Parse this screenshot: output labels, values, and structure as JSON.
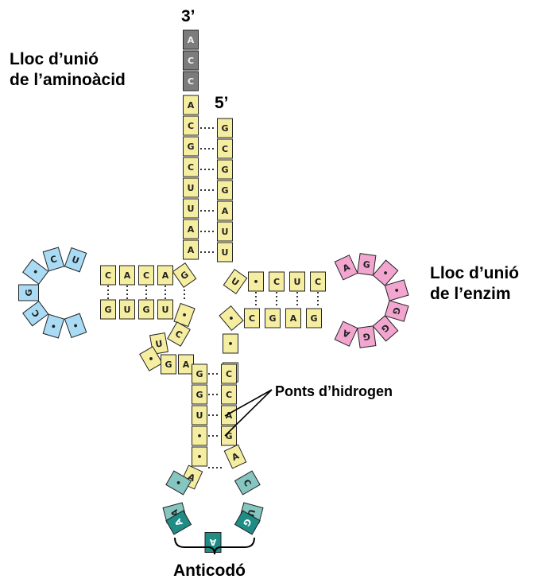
{
  "labels": {
    "end3": "3’",
    "end5": "5’",
    "amino_site_line1": "Lloc d’unió",
    "amino_site_line2": "de l’aminoàcid",
    "enzyme_site_line1": "Lloc d’unió",
    "enzyme_site_line2": "de l’enzim",
    "hydrogen_bonds": "Ponts d’hidrogen",
    "anticodon": "Anticodó"
  },
  "colors": {
    "stem": "#f5eea0",
    "amino_end": "#7c7c7c",
    "left_loop": "#a9dcf4",
    "right_loop": "#f2a6cf",
    "anticodon_loop": "#86c6c0",
    "anticodon_bases": "#1f8c86",
    "outline": "#222222"
  },
  "strands": {
    "acceptor_3prime": [
      "A",
      "C",
      "C"
    ],
    "acceptor_left": [
      "A",
      "C",
      "G",
      "C",
      "U",
      "U",
      "A",
      "A"
    ],
    "acceptor_right": [
      "G",
      "C",
      "G",
      "G",
      "A",
      "U",
      "U"
    ],
    "d_stem_top": [
      "G",
      "A",
      "C",
      "A",
      "C"
    ],
    "d_stem_bottom": [
      "G",
      "U",
      "G",
      "U"
    ],
    "d_loop": [
      "U",
      "C",
      "•",
      "G",
      "C",
      "•",
      "•"
    ],
    "t_stem_top": [
      "U",
      "•",
      "C",
      "U",
      "C"
    ],
    "t_stem_bottom": [
      "•",
      "C",
      "G",
      "A",
      "G"
    ],
    "t_loop": [
      "A",
      "G",
      "•",
      "•",
      "G",
      "G",
      "G",
      "A"
    ],
    "variable_region": [
      "•",
      "C",
      "U",
      "•",
      "G",
      "A"
    ],
    "anticodon_stem_left": [
      "G",
      "G",
      "U",
      "•",
      "•",
      "A"
    ],
    "anticodon_stem_right": [
      "C",
      "C",
      "A",
      "G",
      "A"
    ],
    "anticodon_loop_sides": [
      "•",
      "C",
      "U"
    ],
    "anticodon": [
      "A",
      "A",
      "G"
    ]
  }
}
